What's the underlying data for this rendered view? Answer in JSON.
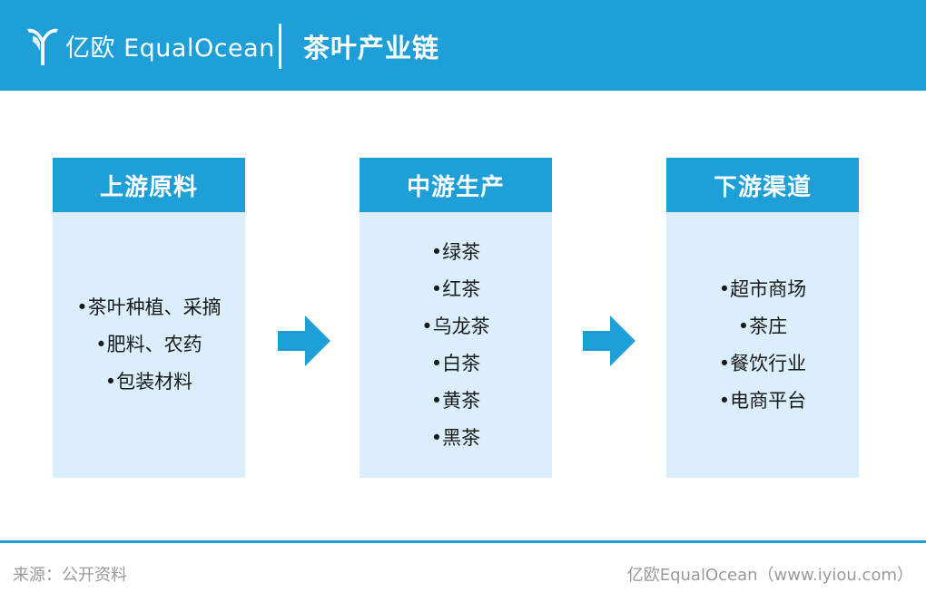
{
  "header": {
    "brand": "亿欧 EqualOcean",
    "title": "茶叶产业链"
  },
  "stages": [
    {
      "title": "上游原料",
      "items": [
        "•茶叶种植、采摘",
        "•肥料、农药",
        "•包装材料"
      ]
    },
    {
      "title": "中游生产",
      "items": [
        "•绿茶",
        "•红茶",
        "•乌龙茶",
        "•白茶",
        "•黄茶",
        "•黑茶"
      ]
    },
    {
      "title": "下游渠道",
      "items": [
        "•超市商场",
        "•茶庄",
        "•餐饮行业",
        "•电商平台"
      ]
    }
  ],
  "footer": {
    "source": "来源：公开资料",
    "credit": "亿欧EqualOcean（www.iyiou.com）"
  },
  "colors": {
    "accent": "#1e9fd8",
    "panel": "#daeefb"
  },
  "icons": [
    "logo-mark-icon",
    "arrow-right-icon"
  ]
}
